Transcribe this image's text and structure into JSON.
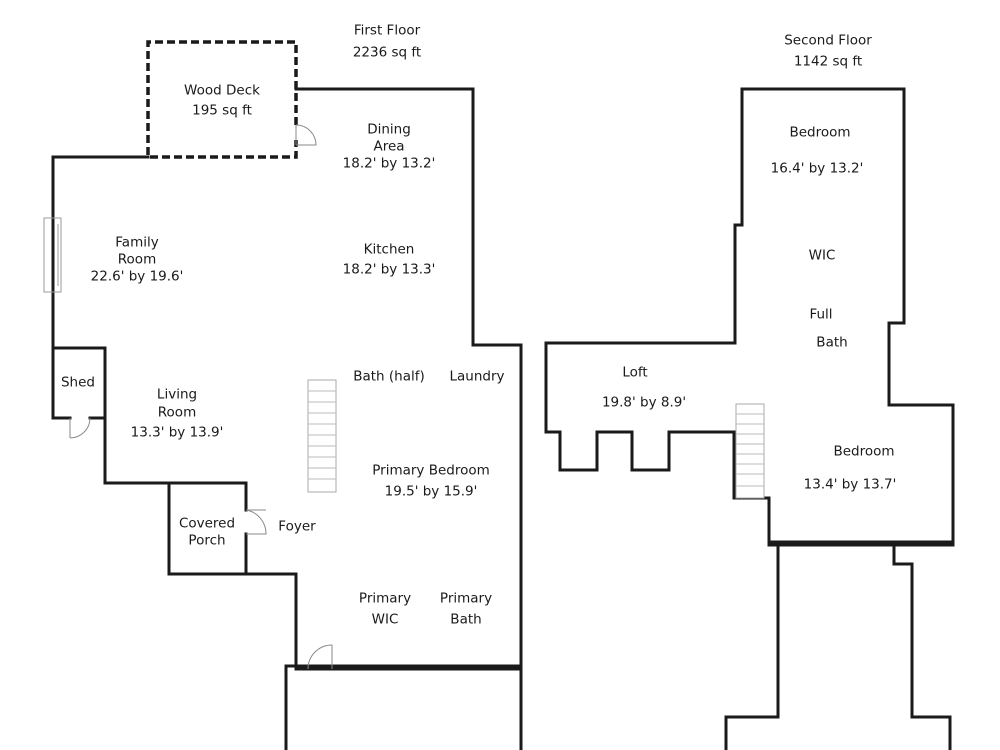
{
  "labels": {
    "first_floor_title": "First Floor",
    "first_floor_area": "2236 sq ft",
    "second_floor_title": "Second Floor",
    "second_floor_area": "1142 sq ft",
    "wood_deck": "Wood Deck",
    "wood_deck_area": "195 sq ft",
    "dining_1": "Dining",
    "dining_2": "Area",
    "dining_dim": "18.2' by 13.2'",
    "family_1": "Family",
    "family_2": "Room",
    "family_dim": "22.6' by 19.6'",
    "kitchen": "Kitchen",
    "kitchen_dim": "18.2' by 13.3'",
    "shed": "Shed",
    "living_1": "Living",
    "living_2": "Room",
    "living_dim": "13.3' by 13.9'",
    "bath_half": "Bath (half)",
    "laundry": "Laundry",
    "primary_bedroom": "Primary Bedroom",
    "primary_bedroom_dim": "19.5' by 15.9'",
    "covered_1": "Covered",
    "covered_2": "Porch",
    "foyer": "Foyer",
    "primary_wic_1": "Primary",
    "primary_wic_2": "WIC",
    "primary_bath_1": "Primary",
    "primary_bath_2": "Bath",
    "bedroom_top": "Bedroom",
    "bedroom_top_dim": "16.4' by 13.2'",
    "wic": "WIC",
    "full_1": "Full",
    "full_2": "Bath",
    "loft": "Loft",
    "loft_dim": "19.8' by 8.9'",
    "bedroom_right": "Bedroom",
    "bedroom_right_dim": "13.4' by 13.7'"
  }
}
